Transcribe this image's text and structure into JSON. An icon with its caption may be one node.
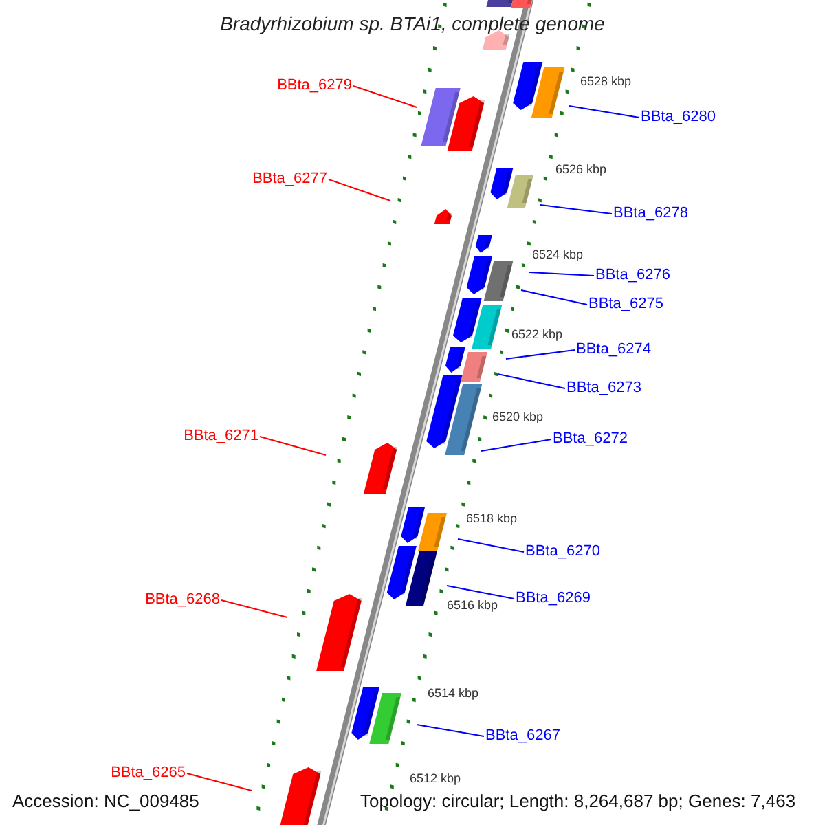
{
  "diagram": {
    "title": "Bradyrhizobium sp. BTAi1, complete genome",
    "nodes": [
      {
        "text": [
          "BBta_6279"
        ]
      },
      {
        "text": [
          "BBta_6280"
        ]
      },
      {
        "text": [
          "BBta_6277"
        ]
      },
      {
        "text": [
          "BBta_6278"
        ]
      },
      {
        "text": [
          "BBta_6276"
        ]
      },
      {
        "text": [
          "BBta_6275"
        ]
      },
      {
        "text": [
          "BBta_6274"
        ]
      },
      {
        "text": [
          "BBta_6273"
        ]
      },
      {
        "text": [
          "BBta_6271"
        ]
      },
      {
        "text": [
          "BBta_6272"
        ]
      },
      {
        "text": [
          "BBta_6270"
        ]
      },
      {
        "text": [
          "BBta_6268"
        ]
      },
      {
        "text": [
          "BBta_6269"
        ]
      },
      {
        "text": [
          "BBta_6267"
        ]
      },
      {
        "text": [
          "BBta_6265"
        ]
      }
    ],
    "edges": [
      {
        "from": 0,
        "to": null,
        "arrow": "none",
        "color": "#ff0000"
      },
      {
        "from": 1,
        "to": null,
        "arrow": "none"
      },
      {
        "from": 2,
        "to": null,
        "arrow": "none",
        "color": "#ff0000"
      },
      {
        "from": 3,
        "to": null,
        "arrow": "none"
      },
      {
        "from": 4,
        "to": null,
        "arrow": "none"
      },
      {
        "from": 5,
        "to": null,
        "arrow": "none"
      },
      {
        "from": 6,
        "to": null,
        "arrow": "none"
      },
      {
        "from": 7,
        "to": null,
        "arrow": "none"
      },
      {
        "from": 8,
        "to": null,
        "arrow": "none",
        "color": "#ff0000"
      },
      {
        "from": 9,
        "to": null,
        "arrow": "none"
      },
      {
        "from": 10,
        "to": null,
        "arrow": "none"
      },
      {
        "from": 11,
        "to": null,
        "arrow": "none",
        "color": "#ff0000"
      },
      {
        "from": 12,
        "to": null,
        "arrow": "none"
      },
      {
        "from": 13,
        "to": null,
        "arrow": "none"
      },
      {
        "from": 14,
        "to": null,
        "arrow": "none",
        "color": "#ff0000"
      }
    ],
    "labels": [
      "6528 kbp",
      "6526 kbp",
      "6524 kbp",
      "6522 kbp",
      "6520 kbp",
      "6518 kbp",
      "6516 kbp",
      "6514 kbp",
      "6512 kbp",
      "Accession: NC_009485",
      "Topology: circular; Length: 8,264,687 bp; Genes: 7,463"
    ]
  }
}
